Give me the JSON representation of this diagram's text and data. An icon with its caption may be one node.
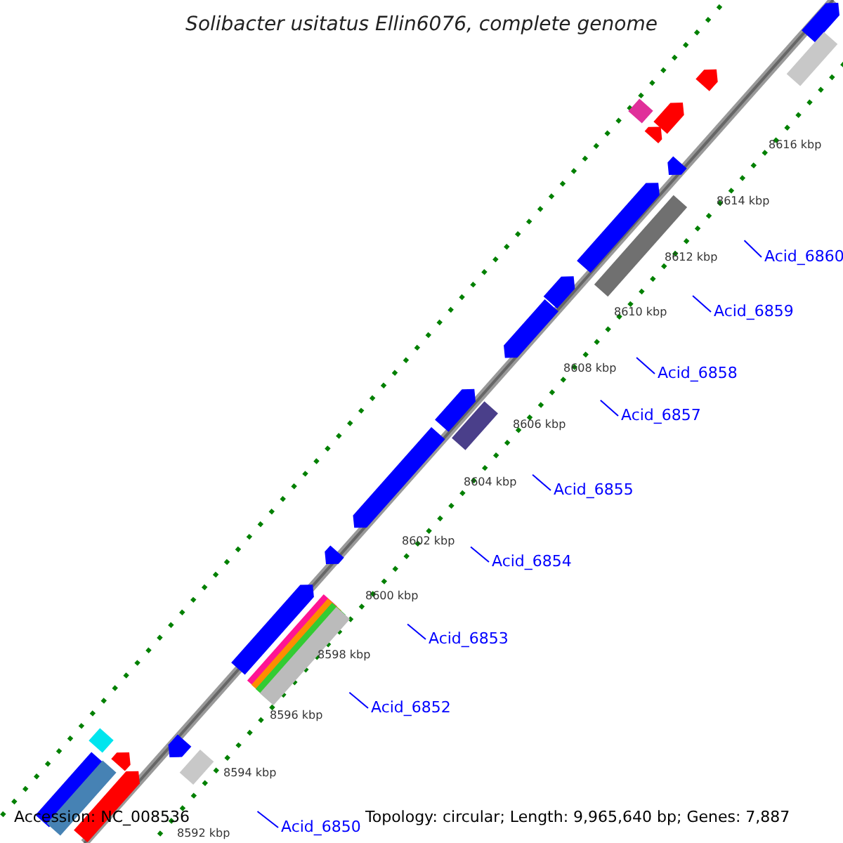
{
  "diagram": {
    "title": "Solibacter usitatus Ellin6076, complete genome",
    "nodes": [
      {
        "text": [
          "Acid_6860"
        ]
      },
      {
        "text": [
          "Acid_6859"
        ]
      },
      {
        "text": [
          "Acid_6858"
        ]
      },
      {
        "text": [
          "Acid_6857"
        ]
      },
      {
        "text": [
          "Acid_6855"
        ]
      },
      {
        "text": [
          "Acid_6854"
        ]
      },
      {
        "text": [
          "Acid_6853"
        ]
      },
      {
        "text": [
          "Acid_6852"
        ]
      },
      {
        "text": [
          "Acid_6850"
        ]
      }
    ],
    "edges": [
      {
        "from": 0,
        "to": null,
        "arrow": "none"
      },
      {
        "from": 1,
        "to": null,
        "arrow": "none"
      },
      {
        "from": 2,
        "to": null,
        "arrow": "none"
      },
      {
        "from": 3,
        "to": null,
        "arrow": "none"
      },
      {
        "from": 4,
        "to": null,
        "arrow": "none"
      },
      {
        "from": 5,
        "to": null,
        "arrow": "none"
      },
      {
        "from": 6,
        "to": null,
        "arrow": "none"
      },
      {
        "from": 7,
        "to": null,
        "arrow": "none"
      },
      {
        "from": 8,
        "to": null,
        "arrow": "none"
      }
    ],
    "labels": [
      "8616 kbp",
      "8614 kbp",
      "8612 kbp",
      "8610 kbp",
      "8608 kbp",
      "8606 kbp",
      "8604 kbp",
      "8602 kbp",
      "8600 kbp",
      "8598 kbp",
      "8596 kbp",
      "8594 kbp",
      "8592 kbp",
      "Accession: NC_008536",
      "Topology: circular; Length: 9,965,640 bp; Genes: 7,887"
    ]
  }
}
